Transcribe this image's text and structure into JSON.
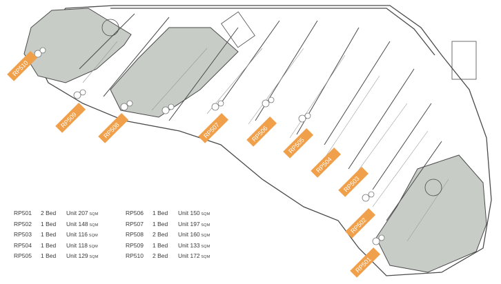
{
  "plan": {
    "colors": {
      "tag": "#f0a04b",
      "tag_text": "#ffffff",
      "two_bed_fill": "#c7ccc6",
      "wall": "#4a4a4a",
      "line": "#9a9a9a",
      "schedule_text": "#3a3a3a"
    },
    "tags": [
      "RP510",
      "RP509",
      "RP508",
      "RP507",
      "RP506",
      "RP505",
      "RP504",
      "RP503",
      "RP502",
      "RP501"
    ]
  },
  "schedule": {
    "area_unit": "SQM",
    "left": [
      {
        "unit": "RP501",
        "beds": "2 Bed",
        "area": "Unit 207"
      },
      {
        "unit": "RP502",
        "beds": "1 Bed",
        "area": "Unit 148"
      },
      {
        "unit": "RP503",
        "beds": "1 Bed",
        "area": "Unit 116"
      },
      {
        "unit": "RP504",
        "beds": "1 Bed",
        "area": "Unit 118"
      },
      {
        "unit": "RP505",
        "beds": "1 Bed",
        "area": "Unit 129"
      }
    ],
    "right": [
      {
        "unit": "RP506",
        "beds": "1 Bed",
        "area": "Unit 150"
      },
      {
        "unit": "RP507",
        "beds": "1 Bed",
        "area": "Unit 197"
      },
      {
        "unit": "RP508",
        "beds": "2 Bed",
        "area": "Unit 160"
      },
      {
        "unit": "RP509",
        "beds": "1 Bed",
        "area": "Unit 133"
      },
      {
        "unit": "RP510",
        "beds": "2 Bed",
        "area": "Unit 172"
      }
    ]
  }
}
